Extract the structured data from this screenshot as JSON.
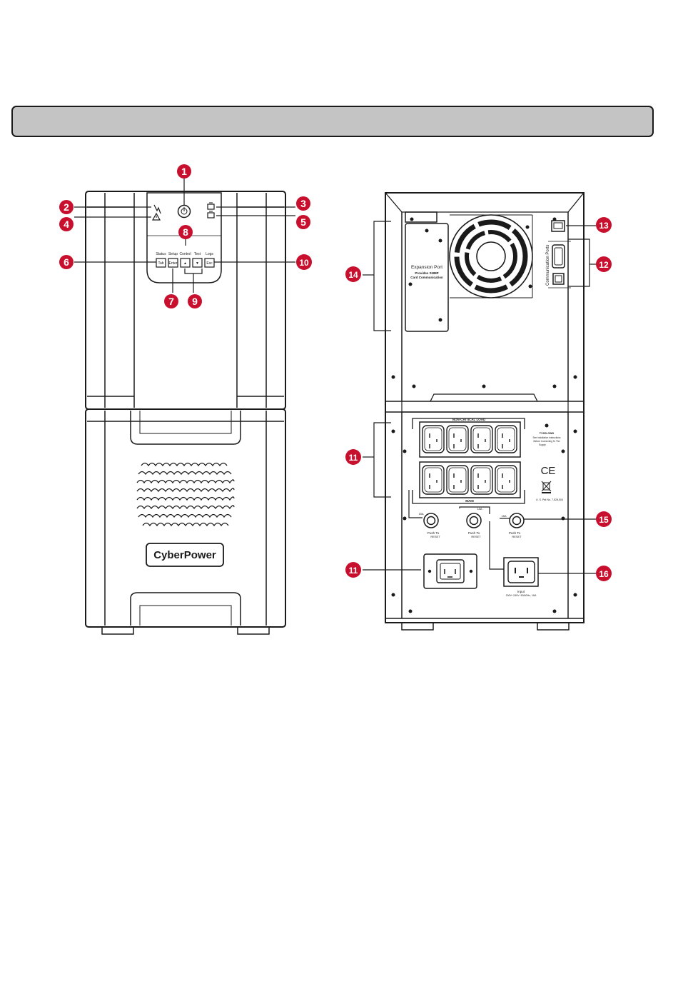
{
  "title_bar": {
    "text": ""
  },
  "front": {
    "buttons": [
      {
        "name": "status",
        "top": "Status",
        "face": "Tab"
      },
      {
        "name": "setup",
        "top": "Setup",
        "face": "Enter"
      },
      {
        "name": "control",
        "top": "Control",
        "face": "▲"
      },
      {
        "name": "test",
        "top": "Test",
        "face": "▼"
      },
      {
        "name": "logs",
        "top": "Logs",
        "face": "Esc"
      }
    ],
    "brand": "CyberPower"
  },
  "rear": {
    "expansion_port": "Expansion Port",
    "expansion_sub": "Provides SNMP",
    "expansion_sub2": "Card Communication",
    "communication_ports": "Communication Ports",
    "non_critical_load": "NON-CRITICAL LOAD",
    "main_label": "MAIN",
    "breaker_rating_left": "15A",
    "breaker_rating_mid": "15A",
    "breaker_rating_right": "15A",
    "push_to_reset": "Push To",
    "reset": "RESET",
    "warning_lines": [
      "TVSS-GND",
      "See Installation Instructions",
      "Before Connecting To The",
      "Supply"
    ],
    "ce_mark": "CE",
    "patent": "U. S. Pat No. 7,528,504",
    "input_label": "Input",
    "input_spec": "200V~240V~50/60Hz, 16A"
  },
  "callouts": {
    "c1": "1",
    "c2": "2",
    "c3": "3",
    "c4": "4",
    "c5": "5",
    "c6": "6",
    "c7": "7",
    "c8": "8",
    "c9": "9",
    "c10": "10",
    "c11a": "11",
    "c11b": "11",
    "c12": "12",
    "c13": "13",
    "c14": "14",
    "c15": "15",
    "c16": "16"
  },
  "colors": {
    "callout": "#c8102e",
    "title_bar": "#c4c4c4",
    "line": "#1a1a1a"
  }
}
